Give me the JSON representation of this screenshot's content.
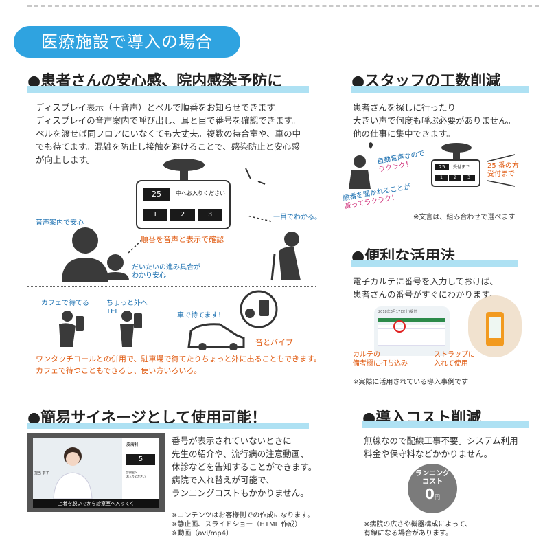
{
  "header": {
    "banner": "医療施設で導入の場合"
  },
  "s1": {
    "title": "●患者さんの安心感、院内感染予防に",
    "lines": [
      "ディスプレイ表示（＋音声）とベルで順番をお知らせできます。",
      "ディスプレイの音声案内で呼び出し、耳と目で番号を確認できます。",
      "ベルを渡せば同フロアにいなくても大丈夫。複数の待合室や、車の中",
      "でも待てます。混雑を防止し接触を避けることで、感染防止と安心感",
      "が向上します。"
    ],
    "display": {
      "number": "25",
      "message": "中へお入りください",
      "slots": [
        "1",
        "2",
        "3"
      ]
    },
    "labels": {
      "confirm": "順番を音声と表示で確認",
      "voice": "音声案内で安心",
      "progress1": "だいたいの進み具合が",
      "progress2": "わかり安心",
      "glance": "一目でわかる。"
    },
    "scenes": {
      "cafe": "カフェで待てる",
      "out": "ちょっと外へ",
      "tel": "TEL",
      "car": "車で待てます！",
      "sound": "音とバイブ"
    },
    "notes": [
      "ワンタッチコールとの併用で、駐車場で待てたりちょっと外に出ることもできます。",
      "カフェで待つこともできるし、使い方いろいろ。"
    ]
  },
  "s2": {
    "title": "●スタッフの工数削減",
    "lines": [
      "患者さんを探しに行ったり",
      "大きい声で何度も呼ぶ必要がありません。",
      "他の仕事に集中できます。"
    ],
    "auto1": "自動音声なので",
    "auto2": "ラクラク！",
    "asked1": "順番を聞かれることが",
    "asked2": "減ってラクラク！",
    "reception1": "25 番の方",
    "reception2": "受付まで",
    "display": {
      "number": "25",
      "message": "受付まで",
      "slots": [
        "1",
        "2",
        "3"
      ]
    },
    "note": "※文言は、組み合わせで選べます"
  },
  "s3": {
    "title": "●便利な活用法",
    "lines": [
      "電子カルテに番号を入力しておけば、",
      "患者さんの番号がすぐにわかります。"
    ],
    "photo_header": "2018年3月17日(土)受付",
    "cap1a": "カルテの",
    "cap1b": "備考欄に打ち込み",
    "cap2a": "ストラップに",
    "cap2b": "入れて使用",
    "note": "※実際に活用されている導入事例です"
  },
  "s4": {
    "title": "●簡易サイネージとして使用可能！",
    "lines": [
      "番号が表示されていないときに",
      "先生の紹介や、流行病の注意動画、",
      "休診などを告知することができます。",
      "病院で入れ替えが可能で、",
      "ランニングコストもかかりません。"
    ],
    "screen": {
      "dept": "皮膚科",
      "name": "担当 前子",
      "num": "5",
      "side1": "診察室へ",
      "side2": "お入りください",
      "ticker": "上着を脱いでから診察室へ入ってく"
    },
    "notes": [
      "※コンテンツはお客様側での作成になります。",
      "※静止画、スライドショー（HTML 作成）",
      "※動画（avi/mp4）"
    ]
  },
  "s5": {
    "title": "●導入コスト削減",
    "lines": [
      "無線なので配線工事不要。システム利用",
      "料金や保守料などかかりません。"
    ],
    "badge1": "ランニング",
    "badge2": "コスト",
    "badge_num": "0",
    "badge_unit": "円",
    "notes": [
      "※病院の広さや機器構成によって、",
      "有線になる場合があります。"
    ]
  }
}
